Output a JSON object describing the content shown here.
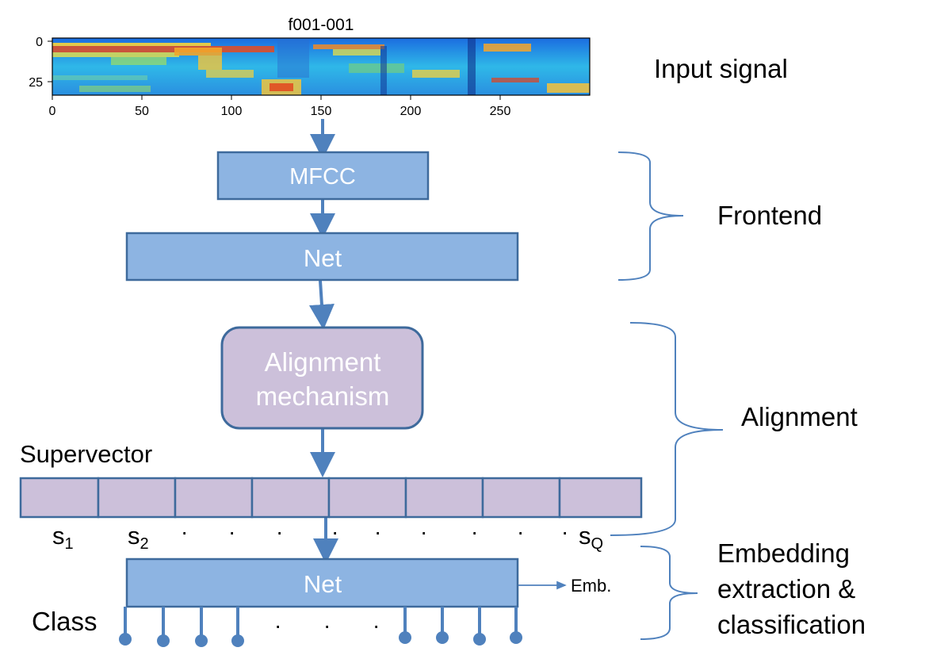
{
  "spectrogram": {
    "title": "f001-001",
    "y_ticks": [
      "0",
      "25"
    ],
    "x_ticks": [
      "0",
      "50",
      "100",
      "150",
      "200",
      "250"
    ]
  },
  "labels": {
    "input_signal": "Input signal",
    "frontend": "Frontend",
    "alignment": "Alignment",
    "embedding_line1": "Embedding",
    "embedding_line2": "extraction &",
    "embedding_line3": "classification",
    "supervector": "Supervector",
    "class": "Class",
    "emb": "Emb."
  },
  "blocks": {
    "mfcc": "MFCC",
    "net_frontend": "Net",
    "alignment_line1": "Alignment",
    "alignment_line2": "mechanism",
    "net_backend": "Net"
  },
  "supervector_labels": {
    "s1": "s",
    "s1_sub": "1",
    "s2": "s",
    "s2_sub": "2",
    "sq": "s",
    "sq_sub": "Q",
    "dots": [
      "·",
      "·",
      "·",
      "·",
      "·",
      "·",
      "·",
      "·",
      "·"
    ]
  },
  "class_dots": [
    "·",
    "·",
    "·"
  ],
  "colors": {
    "block_blue": "#8db4e2",
    "block_border": "#3e6a9c",
    "align_fill": "#ccc0da",
    "align_border": "#3e6a9c",
    "arrow": "#4f81bd",
    "brace": "#4f81bd"
  }
}
